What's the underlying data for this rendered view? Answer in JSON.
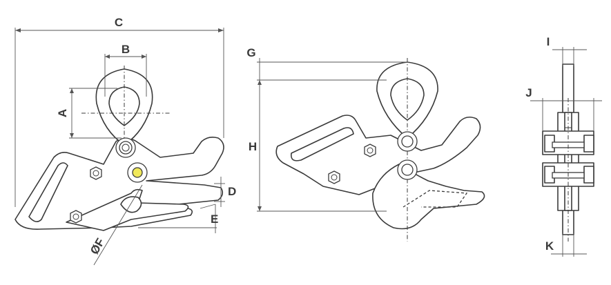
{
  "labels": {
    "a": "A",
    "b": "B",
    "c": "C",
    "d": "D",
    "e": "E",
    "f": "F",
    "diameter_symbol": "Ø",
    "g": "G",
    "h": "H",
    "i": "I",
    "j": "J",
    "k": "K"
  },
  "colors": {
    "line": "#3a3a3a",
    "bolt_highlight": "#f0e85a",
    "background": "#ffffff"
  }
}
